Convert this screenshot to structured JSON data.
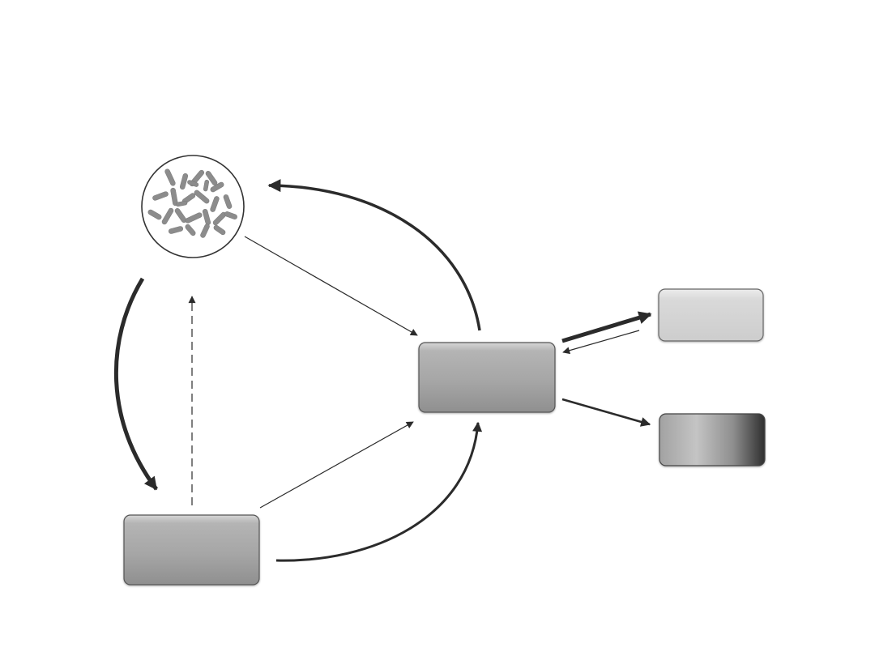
{
  "diagram": {
    "nodes": [
      {
        "id": "chromosome-spread",
        "shape": "circle",
        "label": ""
      },
      {
        "id": "central-box",
        "shape": "rounded-rect",
        "label": ""
      },
      {
        "id": "bottom-left-box",
        "shape": "rounded-rect",
        "label": ""
      },
      {
        "id": "top-right-box",
        "shape": "rounded-rect",
        "label": ""
      },
      {
        "id": "bottom-right-box",
        "shape": "rounded-rect",
        "label": ""
      }
    ],
    "edges": [
      {
        "from": "central-box",
        "to": "chromosome-spread",
        "style": "thick-curve"
      },
      {
        "from": "chromosome-spread",
        "to": "central-box",
        "style": "thin"
      },
      {
        "from": "chromosome-spread",
        "to": "bottom-left-box",
        "style": "thick-curve"
      },
      {
        "from": "bottom-left-box",
        "to": "chromosome-spread",
        "style": "dashed"
      },
      {
        "from": "bottom-left-box",
        "to": "central-box",
        "style": "thin"
      },
      {
        "from": "bottom-left-box",
        "to": "central-box",
        "style": "medium-curve"
      },
      {
        "from": "central-box",
        "to": "top-right-box",
        "style": "thick"
      },
      {
        "from": "top-right-box",
        "to": "central-box",
        "style": "thin"
      },
      {
        "from": "central-box",
        "to": "bottom-right-box",
        "style": "medium"
      }
    ],
    "colors": {
      "arrow": "#2b2b2b",
      "box_fill_dark": "#9a9a9a",
      "box_fill_light": "#d8d8d8",
      "box_shade_end": "#2f2f2f",
      "chromosome": "#8c8c8c"
    }
  }
}
